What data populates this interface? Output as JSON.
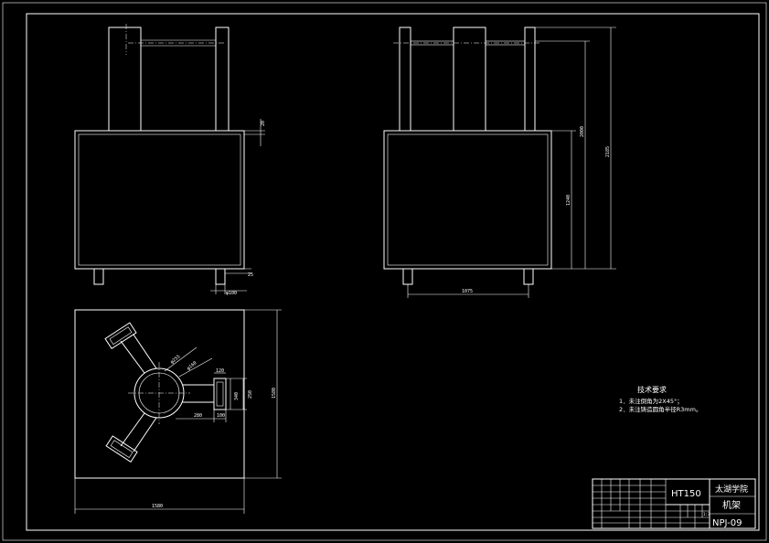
{
  "drawing": {
    "colors": {
      "background": "#000000",
      "lines": "#ffffff"
    },
    "front_view": {
      "dim_top_right": "20",
      "dim_bottom_right": "25",
      "dim_foot": "φ100"
    },
    "side_view": {
      "dim_width": "1075",
      "dim_height_1": "2000",
      "dim_height_2": "2185",
      "dim_height_3": "1240"
    },
    "plan_view": {
      "dim_base_width": "1580",
      "dim_base_height": "1580",
      "dim_d1": "φ255",
      "dim_d2": "φ160",
      "dim_pad_w": "120",
      "dim_pad_h1": "340",
      "dim_pad_h2": "250",
      "dim_arm_len": "280",
      "dim_arm_end": "100"
    },
    "notes": {
      "title": "技术要求",
      "line1": "1．未注倒角为2X45°；",
      "line2": "2．未注铸造圆角半径R3mm。"
    },
    "title_block": {
      "material": "HT150",
      "school": "太湖学院",
      "part_name": "机架",
      "code": "NPJ-09",
      "scale": "1:3"
    }
  }
}
